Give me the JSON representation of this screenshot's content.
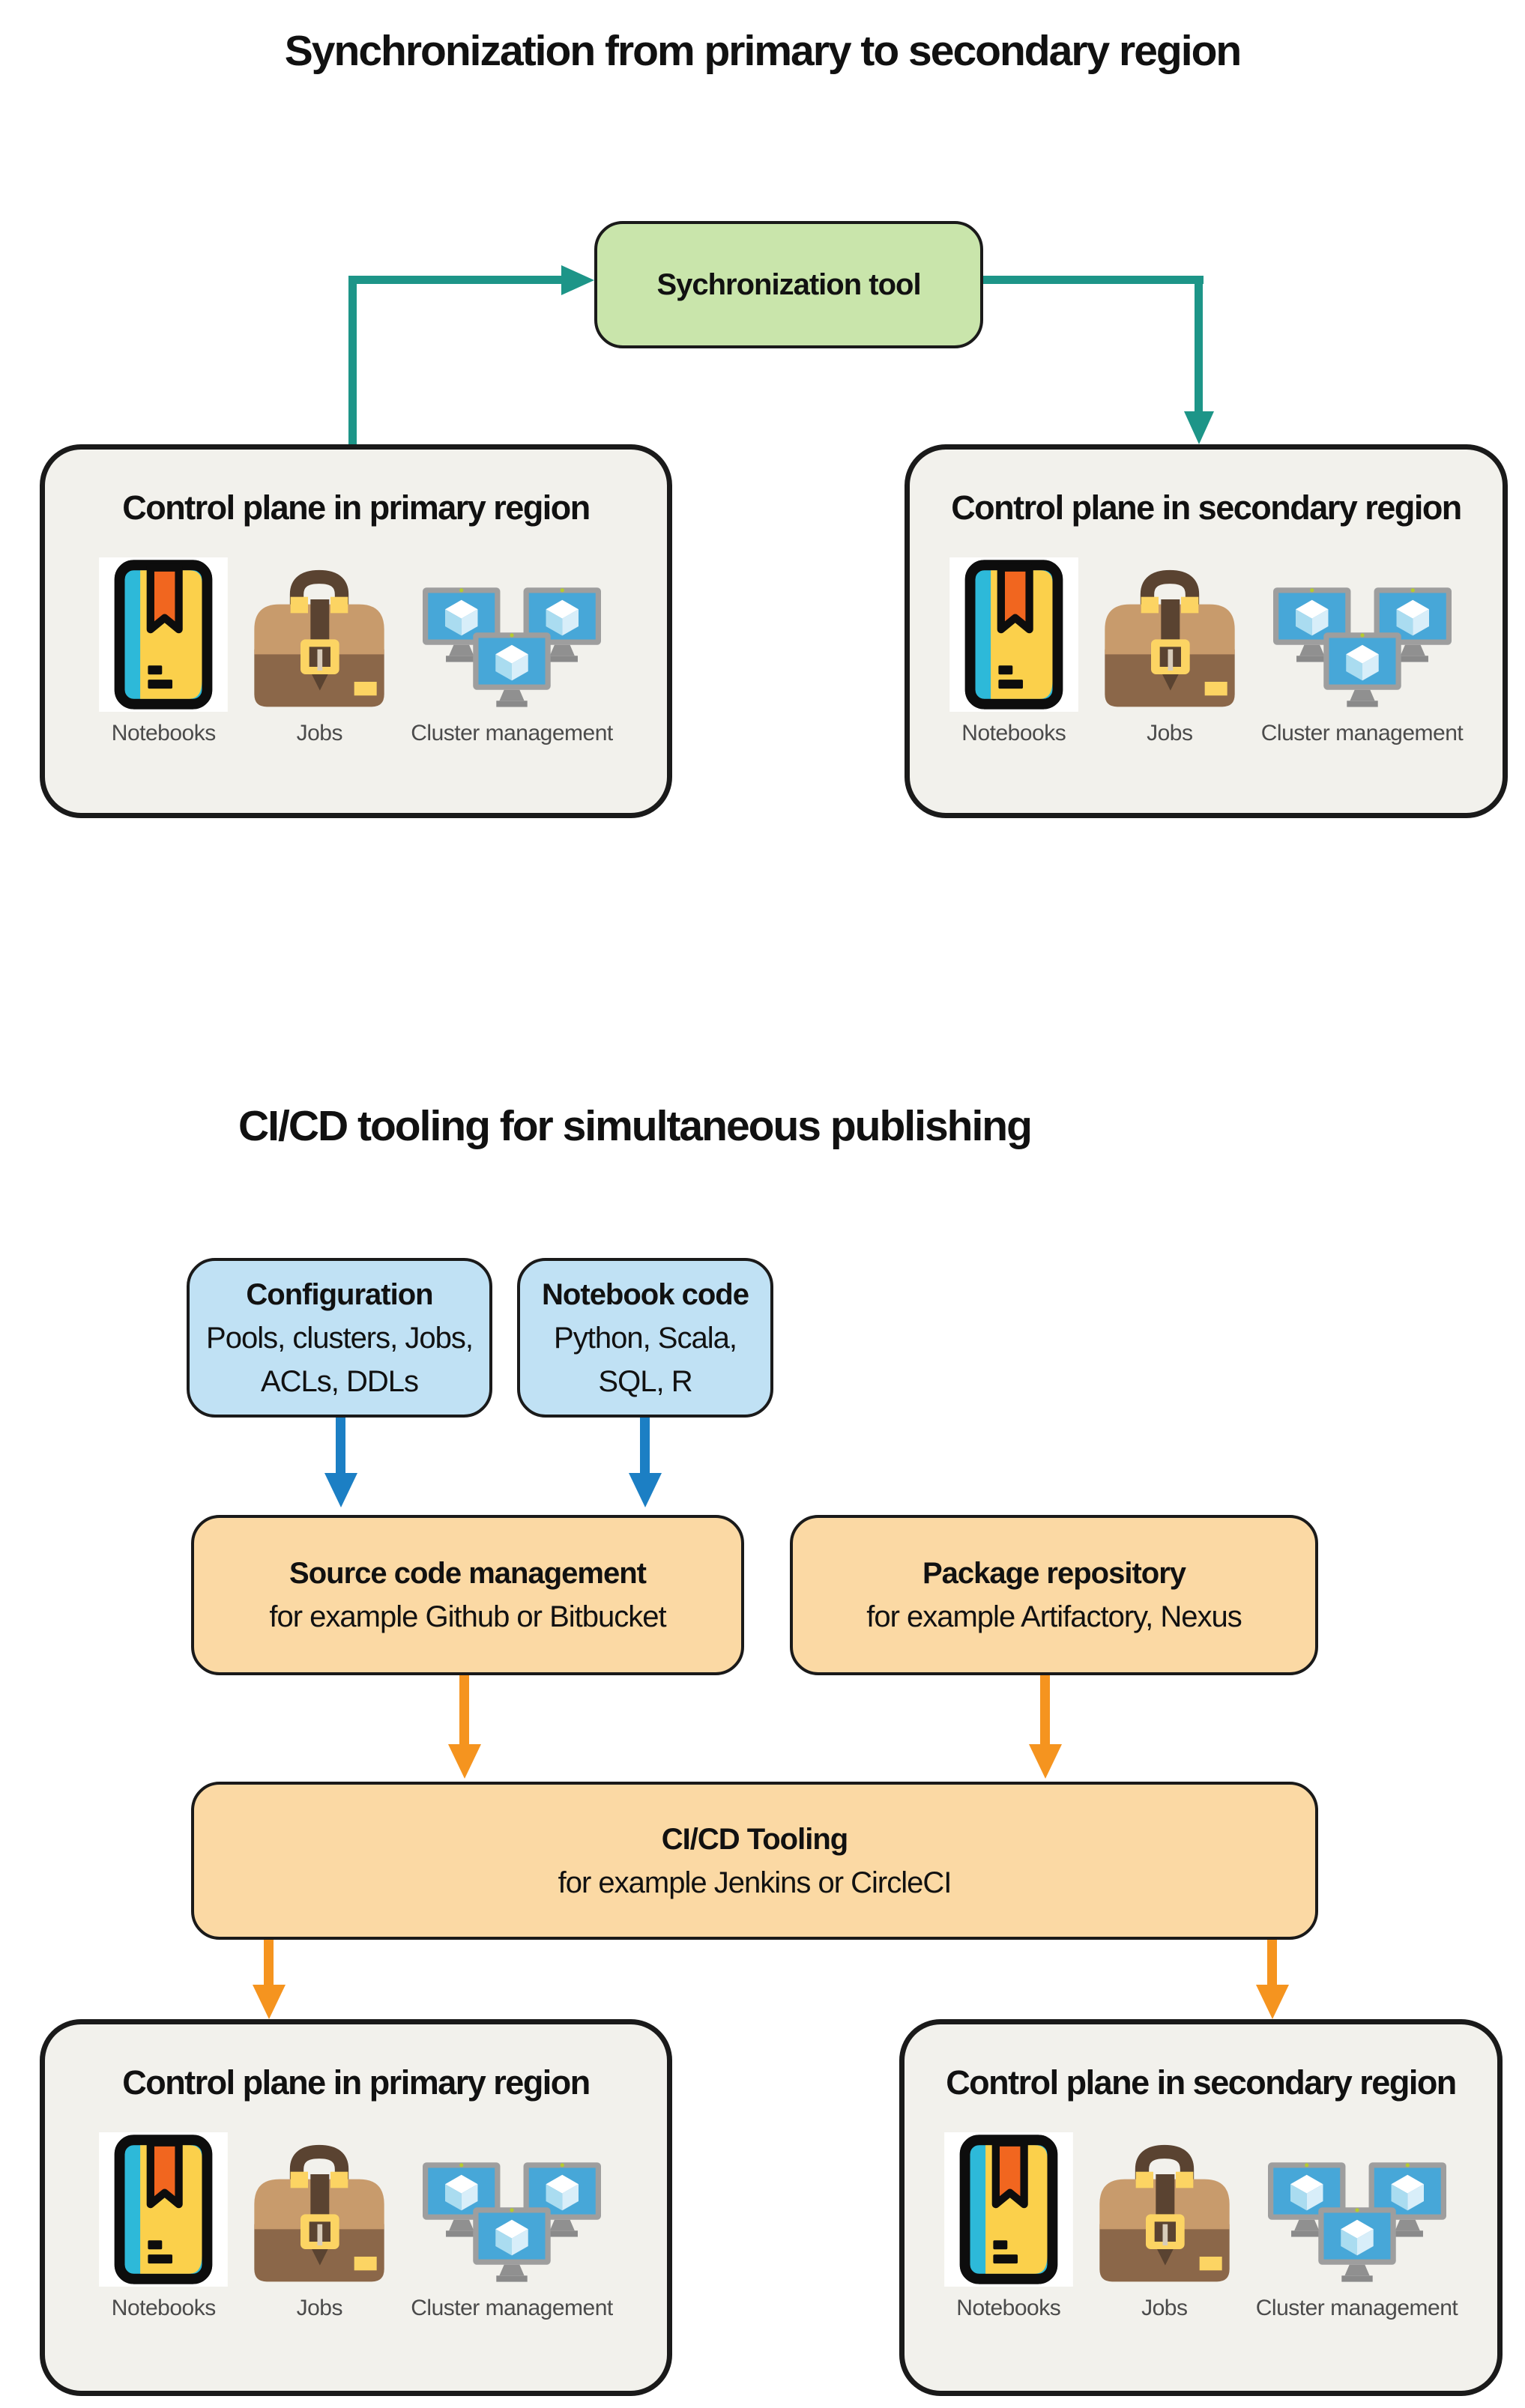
{
  "colors": {
    "teal": "#1d9588",
    "green_fill": "#c9e5ab",
    "blue_fill": "#c0e1f4",
    "blue_arrow": "#1c7fc4",
    "orange_fill": "#fbd9a4",
    "orange_arrow": "#f5941f",
    "panel_bg": "#f2f1ec",
    "outline": "#1a1a1a",
    "label_gray": "#4b4b4b"
  },
  "sync_section": {
    "title": "Synchronization from primary to secondary region",
    "tool_box": {
      "label": "Sychronization tool"
    },
    "primary_box": {
      "title": "Control plane in primary region"
    },
    "secondary_box": {
      "title": "Control plane in secondary region"
    }
  },
  "cicd_section": {
    "title": "CI/CD tooling for simultaneous publishing",
    "configuration_box": {
      "title": "Configuration",
      "line1": "Pools, clusters, Jobs,",
      "line2": "ACLs, DDLs"
    },
    "notebook_code_box": {
      "title": "Notebook code",
      "line1": "Python, Scala,",
      "line2": "SQL, R"
    },
    "scm_box": {
      "title": "Source code management",
      "subtitle": "for example Github or Bitbucket"
    },
    "package_box": {
      "title": "Package repository",
      "subtitle": "for example Artifactory, Nexus"
    },
    "tooling_box": {
      "title": "CI/CD Tooling",
      "subtitle": "for example Jenkins or CircleCI"
    },
    "primary_box": {
      "title": "Control plane in primary region"
    },
    "secondary_box": {
      "title": "Control plane in secondary region"
    }
  },
  "control_plane_items": [
    {
      "label": "Notebooks",
      "icon": "notebook-icon"
    },
    {
      "label": "Jobs",
      "icon": "briefcase-icon"
    },
    {
      "label": "Cluster management",
      "icon": "cluster-icon"
    }
  ]
}
